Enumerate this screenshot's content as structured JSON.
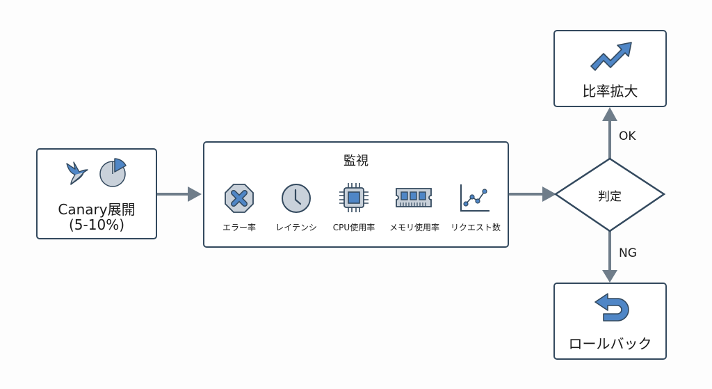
{
  "colors": {
    "border": "#33495e",
    "arrow": "#6f7d8a",
    "icon_fill": "#c9d1da",
    "icon_accent": "#4f86c6",
    "background": "#fdfdfd"
  },
  "nodes": {
    "canary": {
      "title": "Canary展開",
      "subtitle": "(5-10%)",
      "icons": [
        "bird-icon",
        "pie-chart-icon"
      ]
    },
    "monitor": {
      "title": "監視",
      "metrics": [
        {
          "label": "エラー率",
          "icon": "error-octagon-icon"
        },
        {
          "label": "レイテンシ",
          "icon": "clock-icon"
        },
        {
          "label": "CPU使用率",
          "icon": "cpu-chip-icon"
        },
        {
          "label": "メモリ使用率",
          "icon": "memory-module-icon"
        },
        {
          "label": "リクエスト数",
          "icon": "line-chart-icon"
        }
      ]
    },
    "decision": {
      "label": "判定"
    },
    "scale_up": {
      "label": "比率拡大",
      "icon": "trend-up-arrow-icon"
    },
    "rollback": {
      "label": "ロールバック",
      "icon": "undo-arrow-icon"
    }
  },
  "edges": {
    "ok": "OK",
    "ng": "NG"
  }
}
